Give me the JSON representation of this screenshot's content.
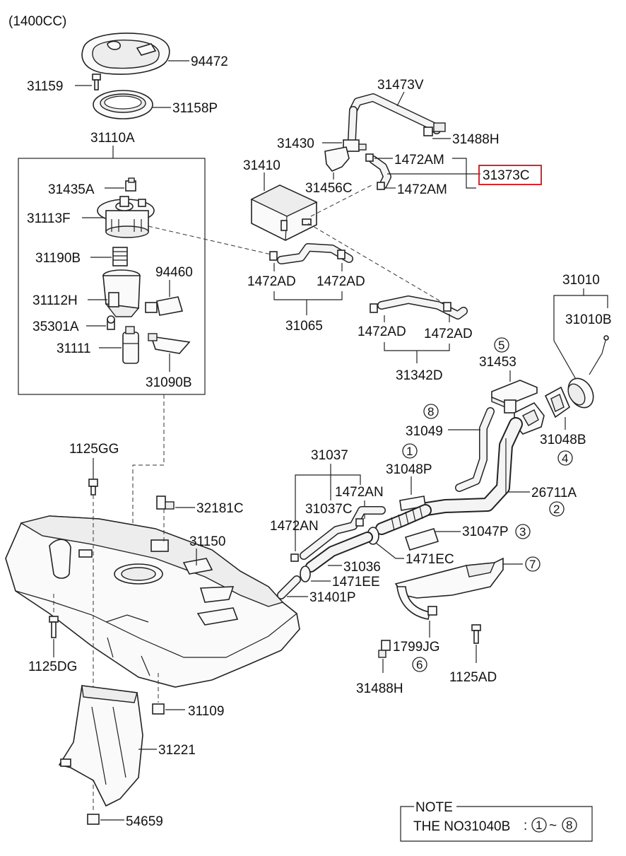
{
  "header": {
    "engine": "(1400CC)"
  },
  "labels": {
    "p94472": "94472",
    "p31159": "31159",
    "p31158P": "31158P",
    "p31110A": "31110A",
    "p31435A": "31435A",
    "p31113F": "31113F",
    "p31190B": "31190B",
    "p94460": "94460",
    "p31112H": "31112H",
    "p35301A": "35301A",
    "p31111": "31111",
    "p31090B": "31090B",
    "p31473V": "31473V",
    "p31430": "31430",
    "p31488H_top": "31488H",
    "p31410": "31410",
    "p1472AM_a": "1472AM",
    "p31373C": "31373C",
    "p31456C": "31456C",
    "p1472AM_b": "1472AM",
    "p1472AD_a": "1472AD",
    "p1472AD_b": "1472AD",
    "p31065": "31065",
    "p1472AD_c": "1472AD",
    "p1472AD_d": "1472AD",
    "p31342D": "31342D",
    "p31010": "31010",
    "p31010B": "31010B",
    "p31453": "31453",
    "p31049": "31049",
    "p31048B": "31048B",
    "p31037": "31037",
    "p31048P": "31048P",
    "p1472AN_a": "1472AN",
    "p26711A": "26711A",
    "p31037C": "31037C",
    "p1472AN_b": "1472AN",
    "p31047P": "31047P",
    "p1125GG": "1125GG",
    "p32181C": "32181C",
    "p31150": "31150",
    "p31036": "31036",
    "p1471EC": "1471EC",
    "p1471EE": "1471EE",
    "p31401P": "31401P",
    "p1799JG": "1799JG",
    "p31488H_bot": "31488H",
    "p1125AD": "1125AD",
    "p1125DG": "1125DG",
    "p31109": "31109",
    "p31221": "31221",
    "p54659": "54659"
  },
  "circled": {
    "c1": "1",
    "c2": "2",
    "c3": "3",
    "c4": "4",
    "c5": "5",
    "c6": "6",
    "c7": "7",
    "c8": "8"
  },
  "note": {
    "title": "NOTE",
    "text": "THE NO31040B",
    "sep": ":",
    "range_start": "1",
    "tilde": "~",
    "range_end": "8"
  },
  "highlight_color": "#d9262b"
}
